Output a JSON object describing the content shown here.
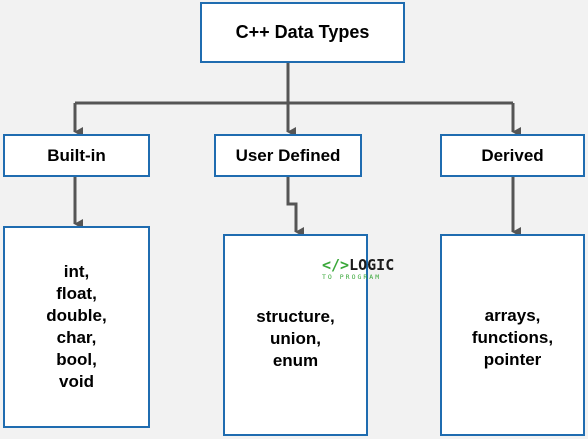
{
  "title": "C++ Data Types",
  "categories": [
    {
      "label": "Built-in",
      "items": [
        "int,",
        "float,",
        "double,",
        "char,",
        "bool,",
        "void"
      ]
    },
    {
      "label": "User Defined",
      "items": [
        "structure,",
        "union,",
        "enum"
      ]
    },
    {
      "label": "Derived",
      "items": [
        "arrays,",
        "functions,",
        "pointer"
      ]
    }
  ],
  "watermark": {
    "code_glyph": "</>",
    "main": "LOGIC",
    "sub": "TO PROGRAM"
  },
  "colors": {
    "box_border": "#1f6cb0",
    "connector": "#555555",
    "background": "#f2f2f2",
    "watermark_accent": "#3aa83a"
  }
}
